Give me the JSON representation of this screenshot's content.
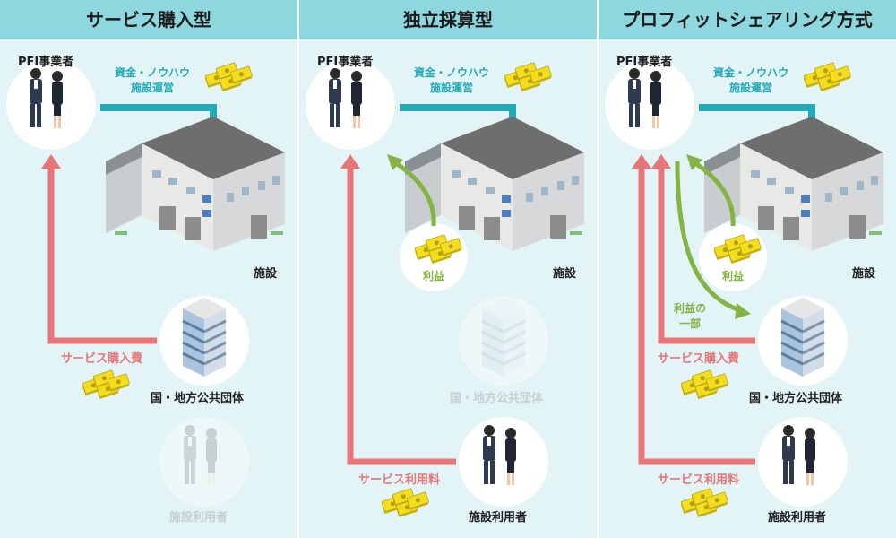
{
  "panels": [
    {
      "title": "サービス購入型",
      "operator_label": "PFI事業者",
      "funding_label": "資金・ノウハウ\n施設運営",
      "facility_label": "施設",
      "government_label": "国・地方公共団体",
      "users_label": "施設利用者",
      "payment_label": "サービス購入費"
    },
    {
      "title": "独立採算型",
      "operator_label": "PFI事業者",
      "funding_label": "資金・ノウハウ\n施設運営",
      "facility_label": "施設",
      "profit_label": "利益",
      "government_label": "国・地方公共団体",
      "users_label": "施設利用者",
      "fee_label": "サービス利用料"
    },
    {
      "title": "プロフィットシェアリング方式",
      "operator_label": "PFI事業者",
      "funding_label": "資金・ノウハウ\n施設運営",
      "facility_label": "施設",
      "profit_label": "利益",
      "profit_share_label": "利益の\n一部",
      "government_label": "国・地方公共団体",
      "users_label": "施設利用者",
      "payment_label": "サービス購入費",
      "fee_label": "サービス利用料"
    }
  ],
  "colors": {
    "header_bg": "#8fd7de",
    "panel_bg": "#e3f4f6",
    "funding_arrow": "#23a9b8",
    "payment_arrow": "#e87578",
    "profit_arrow": "#84b544",
    "money": "#f4dc1f"
  }
}
